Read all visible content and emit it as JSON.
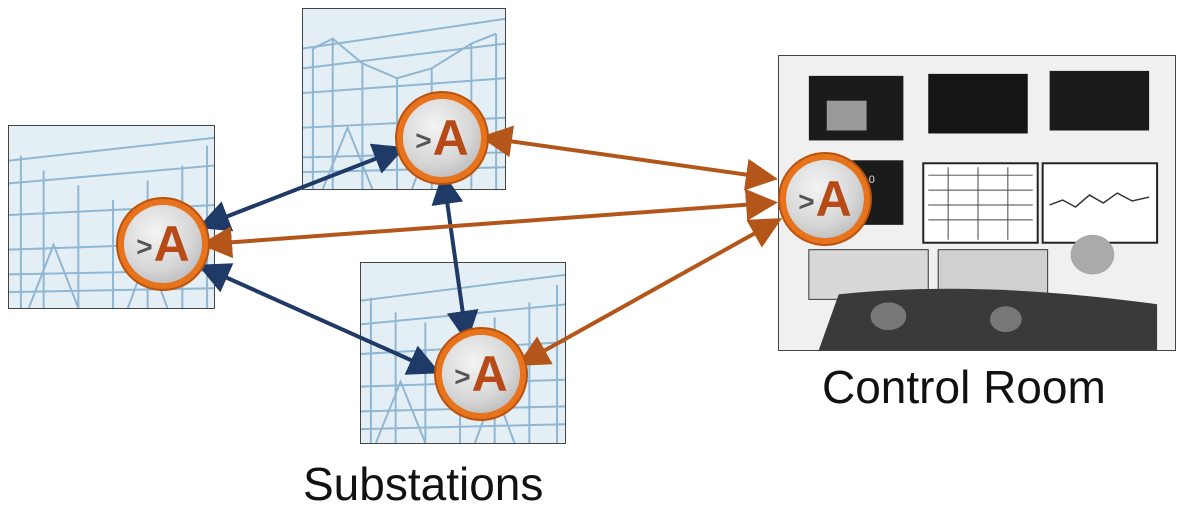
{
  "labels": {
    "substations": "Substations",
    "control_room": "Control Room"
  },
  "agent": {
    "prompt_glyph": ">",
    "letter": "A"
  },
  "colors": {
    "orange_arrow": "#b4561a",
    "navy_arrow": "#1f3a66",
    "agent_ring": "#e8731d",
    "substation_tint": "#8fb6d2"
  },
  "control_room_screen_text": "54.0"
}
